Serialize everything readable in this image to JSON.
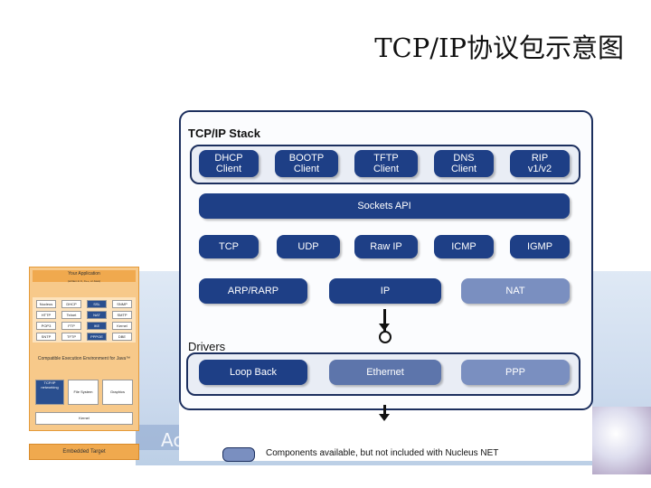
{
  "slide": {
    "title": "TCP/IP协议包示意图"
  },
  "background": {
    "watermark_text": "Ac"
  },
  "thumbnail": {
    "header": "Your Application",
    "subheader": "(written in C, C++, or Java)",
    "grid": [
      "Nucleus",
      "DHCP",
      "SSL",
      "SNMP",
      "HTTP",
      "Telnet",
      "NAT",
      "SMTP",
      "POP3",
      "FTP",
      "IKE",
      "Kernel",
      "SNTP",
      "TFTP",
      "PPPOE",
      "DBE"
    ],
    "mid_title": "Compatible Execution Environment for Java™",
    "boxes": [
      "TCP/IP networking",
      "File System",
      "Graphics"
    ],
    "kernel": "Kernel",
    "footer": "Embedded Target"
  },
  "diagram": {
    "stack_label": "TCP/IP Stack",
    "apps": [
      "DHCP\nClient",
      "BOOTP\nClient",
      "TFTP\nClient",
      "DNS\nClient",
      "RIP\nv1/v2"
    ],
    "sockets": "Sockets API",
    "transport": [
      "TCP",
      "UDP",
      "Raw IP",
      "ICMP",
      "IGMP"
    ],
    "network": [
      "ARP/RARP",
      "IP",
      "NAT"
    ],
    "drivers_label": "Drivers",
    "drivers": [
      "Loop Back",
      "Ethernet",
      "PPP"
    ],
    "legend": "Components available, but not included with Nucleus NET"
  },
  "colors": {
    "dark": "#1e3f86",
    "medium": "#5d75ab",
    "light": "#7a8fc0",
    "frame": "#1c2f5e"
  }
}
